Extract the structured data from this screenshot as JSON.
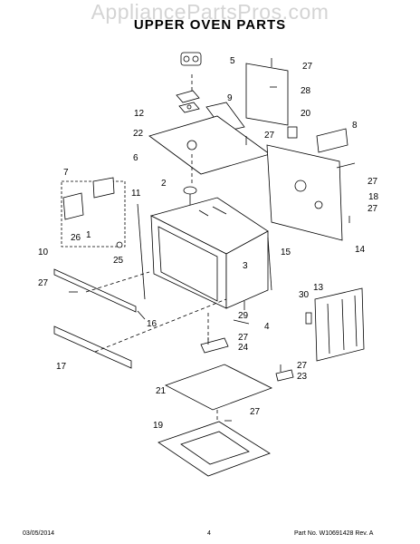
{
  "watermark": "AppliancePartsPros.com",
  "title": "UPPER OVEN PARTS",
  "callouts": [
    "5",
    "27",
    "28",
    "9",
    "12",
    "20",
    "8",
    "22",
    "27",
    "6",
    "27",
    "2",
    "18",
    "27",
    "7",
    "11",
    "14",
    "15",
    "1",
    "3",
    "26",
    "25",
    "10",
    "27",
    "30",
    "13",
    "16",
    "29",
    "4",
    "27",
    "24",
    "17",
    "27",
    "23",
    "21",
    "27",
    "19"
  ],
  "footer": {
    "date": "03/05/2014",
    "page": "4",
    "part_no": "Part No. W10691428  Rev. A"
  },
  "colors": {
    "line": "#000000",
    "watermark": "#d4d4d4"
  }
}
